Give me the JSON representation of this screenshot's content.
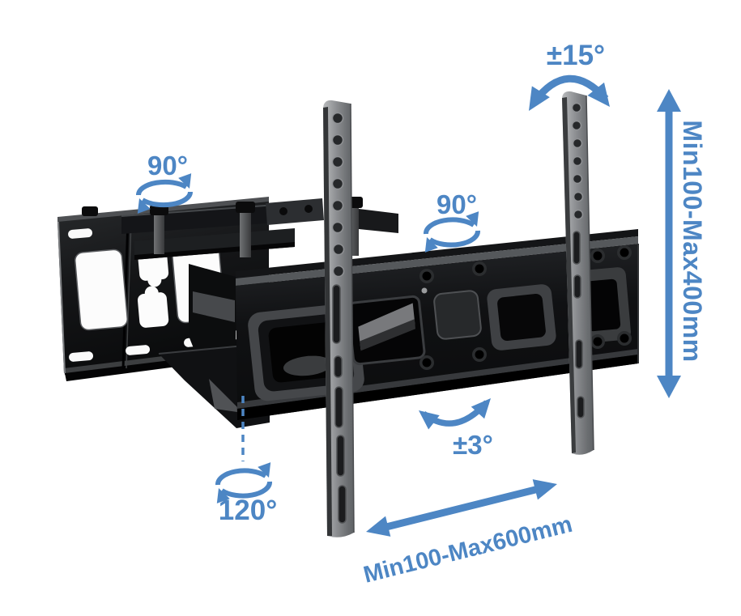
{
  "figure": {
    "type": "product-diagram",
    "subject": "Full-motion articulating TV wall mount bracket",
    "background": "#ffffff",
    "annotation_color": "#4d86c4",
    "bracket_color": "#101113",
    "labels": {
      "swivel_left": "90°",
      "swivel_center": "90°",
      "tilt_top": "±15°",
      "level_adjust": "±3°",
      "rotate_bottom": "120°",
      "height_range": "Min100-Max400mm",
      "width_range": "Min100-Max600mm"
    }
  }
}
